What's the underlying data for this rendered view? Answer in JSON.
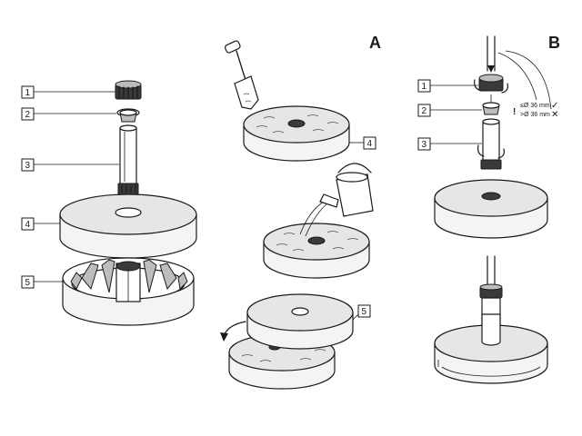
{
  "panels": {
    "a_label": "A",
    "b_label": "B"
  },
  "callouts": {
    "c1": "1",
    "c2": "2",
    "c3": "3",
    "c4": "4",
    "c5": "5",
    "a4": "4",
    "a5": "5",
    "b1": "1",
    "b2": "2",
    "b3": "3"
  },
  "specs": {
    "exclaim": "!",
    "le36": "≤Ø 36 mm",
    "gt36": ">Ø 36 mm",
    "check": "✓",
    "cross": "✕"
  }
}
